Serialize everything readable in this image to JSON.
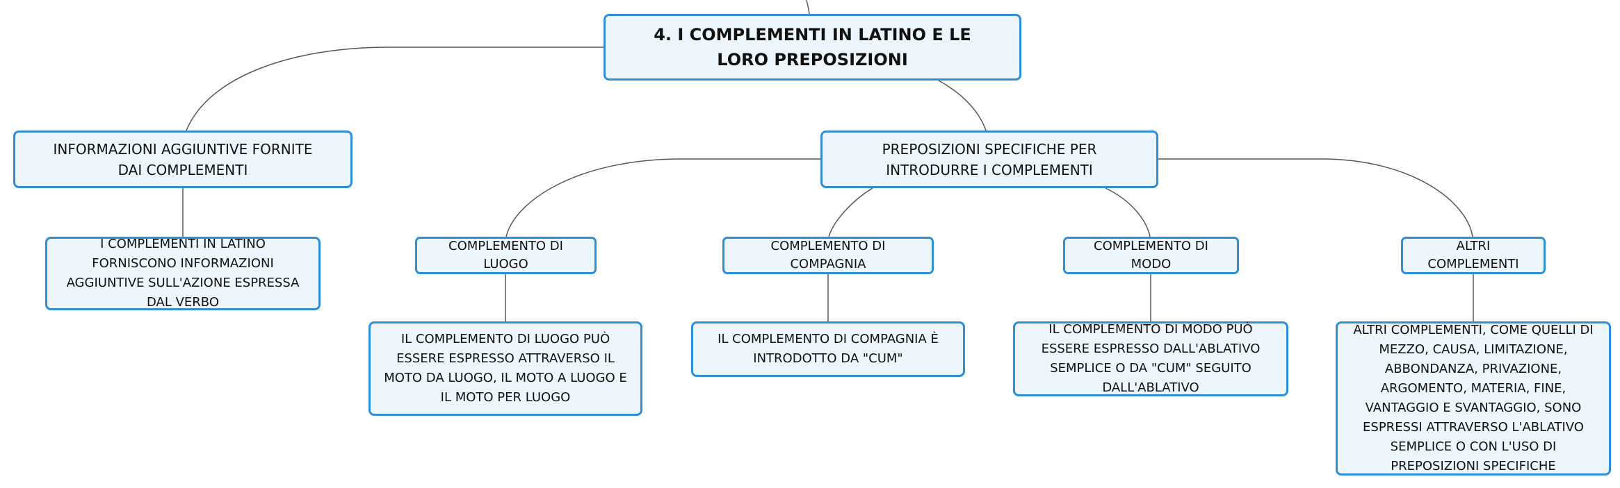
{
  "root": {
    "title": "4. I COMPLEMENTI IN LATINO E LE LORO PREPOSIZIONI"
  },
  "left_branch": {
    "title": "INFORMAZIONI AGGIUNTIVE FORNITE DAI COMPLEMENTI",
    "detail": "I COMPLEMENTI IN LATINO FORNISCONO INFORMAZIONI AGGIUNTIVE SULL'AZIONE ESPRESSA DAL VERBO"
  },
  "right_branch": {
    "title": "PREPOSIZIONI SPECIFICHE PER INTRODURRE I COMPLEMENTI",
    "children": [
      {
        "title": "COMPLEMENTO DI LUOGO",
        "detail": "IL COMPLEMENTO DI LUOGO PUÒ ESSERE ESPRESSO ATTRAVERSO IL MOTO DA LUOGO, IL MOTO A LUOGO E IL MOTO PER LUOGO"
      },
      {
        "title": "COMPLEMENTO DI COMPAGNIA",
        "detail": "IL COMPLEMENTO DI COMPAGNIA È INTRODOTTO DA \"CUM\""
      },
      {
        "title": "COMPLEMENTO DI MODO",
        "detail": "IL COMPLEMENTO DI MODO PUÒ ESSERE ESPRESSO DALL'ABLATIVO SEMPLICE O DA \"CUM\" SEGUITO DALL'ABLATIVO"
      },
      {
        "title": "ALTRI COMPLEMENTI",
        "detail": "ALTRI COMPLEMENTI, COME QUELLI DI MEZZO, CAUSA, LIMITAZIONE, ABBONDANZA, PRIVAZIONE, ARGOMENTO, MATERIA, FINE, VANTAGGIO E SVANTAGGIO, SONO ESPRESSI ATTRAVERSO L'ABLATIVO SEMPLICE O CON L'USO DI PREPOSIZIONI SPECIFICHE"
      }
    ]
  },
  "colors": {
    "node_border": "#2f8ed6",
    "node_fill": "#eef6fd",
    "connector": "#555555"
  }
}
